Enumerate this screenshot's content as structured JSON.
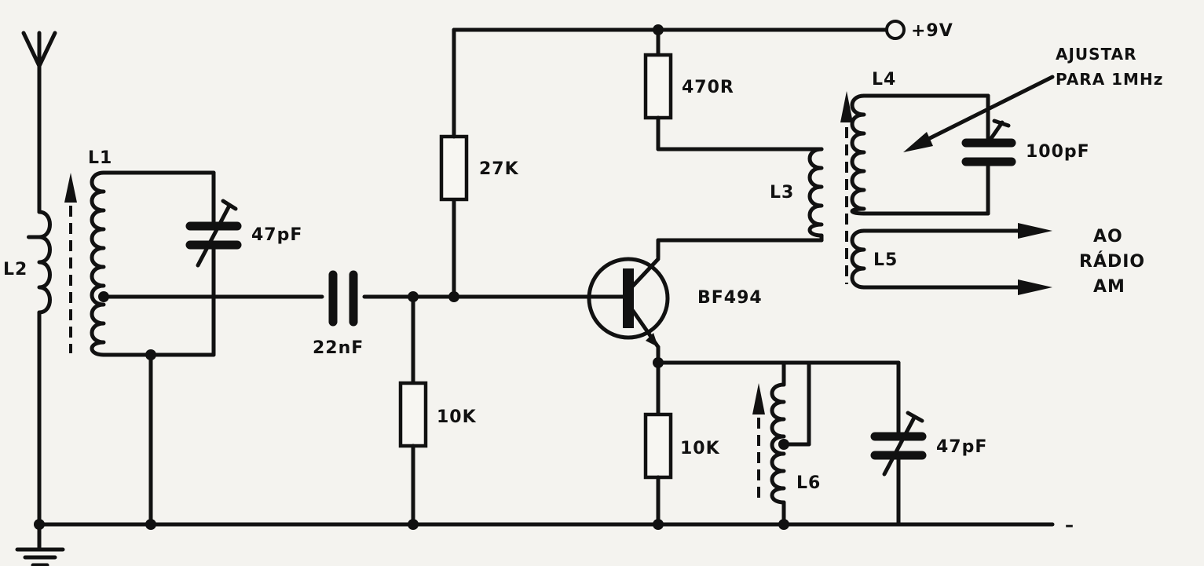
{
  "components": {
    "L1": "L1",
    "L2": "L2",
    "L3": "L3",
    "L4": "L4",
    "L5": "L5",
    "L6": "L6",
    "C1": "47pF",
    "C2": "22nF",
    "C3": "100pF",
    "C4": "47pF",
    "R1": "27K",
    "R2": "470R",
    "R3": "10K",
    "R4": "10K",
    "Q1": "BF494"
  },
  "supply": {
    "positive": "+9V",
    "negative": "–"
  },
  "notes": {
    "adjust_line1": "AJUSTAR",
    "adjust_line2": "PARA 1MHz",
    "output_line1": "AO",
    "output_line2": "RÁDIO",
    "output_line3": "AM"
  }
}
